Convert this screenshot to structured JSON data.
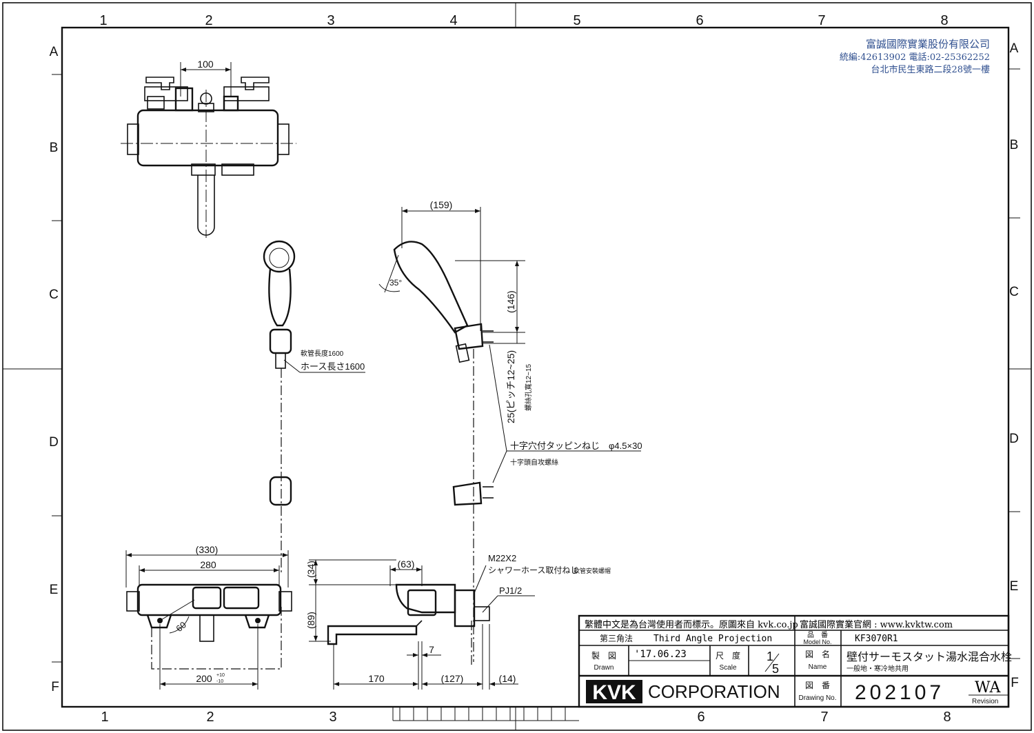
{
  "grid": {
    "columns": [
      "1",
      "2",
      "3",
      "4",
      "5",
      "6",
      "7",
      "8"
    ],
    "rows": [
      "A",
      "B",
      "C",
      "D",
      "E",
      "F"
    ]
  },
  "company": {
    "name": "富誠國際實業股份有限公司",
    "tax_phone": "統編:42613902 電話:02-25362252",
    "address": "台北市民生東路二段28號一樓"
  },
  "dimensions": {
    "top_spacing": "100",
    "shower_reach": "(159)",
    "shower_height": "(146)",
    "angle": "35°",
    "pitch": "25(ピッチ12~25)",
    "pitch_cn": "螺絲孔寬12~15",
    "hose_cn": "軟管長度1600",
    "hose_jp": "ホース長さ1600",
    "screw_jp": "十字穴付タッピンねじ　φ4.5×30",
    "screw_cn": "十字頭自攻螺絲",
    "overall_width": "(330)",
    "body_width": "280",
    "height_34": "(34)",
    "height_89": "(89)",
    "depth_63": "(63)",
    "thread_m22": "M22X2",
    "thread_m22_jp": "シャワーホース取付ねじ",
    "thread_m22_cn": "軟管安裝螺帽",
    "pj": "PJ1/2",
    "angle_60": "60",
    "centers": "200",
    "centers_tol_upper": "+10",
    "centers_tol_lower": "-10",
    "dim_170": "170",
    "dim_127": "(127)",
    "dim_14": "(14)",
    "dim_7": "7"
  },
  "title_block": {
    "note_cn": "繁體中文是為台灣使用者而標示。原圖來自 kvk.co.jp",
    "website": "富誠國際實業官網 : www.kvktw.com",
    "projection_jp": "第三角法",
    "projection_en": "Third Angle Projection",
    "model_label_jp": "品　番",
    "model_label_en": "Model No.",
    "model_value": "KF3070R1",
    "drawn_jp": "製　図",
    "drawn_en": "Drawn",
    "date": "'17.06.23",
    "scale_jp": "尺　度",
    "scale_en": "Scale",
    "scale_num": "1",
    "scale_den": "5",
    "name_label_jp": "図　名",
    "name_label_en": "Name",
    "name_value": "壁付サーモスタット湯水混合水栓",
    "name_sub": "一般地・寒冷地共用",
    "drawing_label_jp": "図　番",
    "drawing_label_en": "Drawing No.",
    "drawing_value": "202107",
    "revision_value": "WA",
    "revision_label": "Revision",
    "logo": "KVK",
    "corporation": "CORPORATION"
  }
}
